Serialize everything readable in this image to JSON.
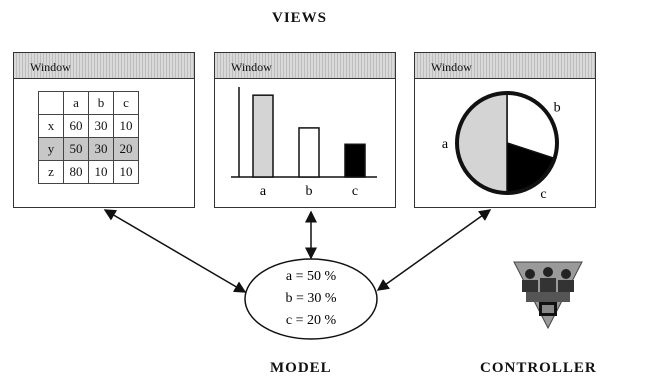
{
  "views_title": "VIEWS",
  "model_title": "MODEL",
  "controller_title": "CONTROLLER",
  "window_label": "Window",
  "table": {
    "columns": [
      "",
      "a",
      "b",
      "c"
    ],
    "rows": [
      {
        "label": "x",
        "values": [
          "60",
          "30",
          "10"
        ]
      },
      {
        "label": "y",
        "values": [
          "50",
          "30",
          "20"
        ]
      },
      {
        "label": "z",
        "values": [
          "80",
          "10",
          "10"
        ]
      }
    ]
  },
  "model_lines": [
    "a = 50 %",
    "b = 30 %",
    "c = 20 %"
  ],
  "chart_data": [
    {
      "type": "bar",
      "categories": [
        "a",
        "b",
        "c"
      ],
      "values": [
        50,
        30,
        20
      ],
      "ylim": [
        0,
        55
      ],
      "fills": [
        "#d4d4d4",
        "#ffffff",
        "#000000"
      ]
    },
    {
      "type": "pie",
      "labels": [
        "a",
        "b",
        "c"
      ],
      "values": [
        50,
        30,
        20
      ],
      "fills": [
        "#d4d4d4",
        "#ffffff",
        "#000000"
      ]
    }
  ],
  "colors": {
    "stroke": "#111111",
    "title_bar": "#cfcfcf"
  },
  "icons": {
    "controller": "meeting-group-icon"
  }
}
